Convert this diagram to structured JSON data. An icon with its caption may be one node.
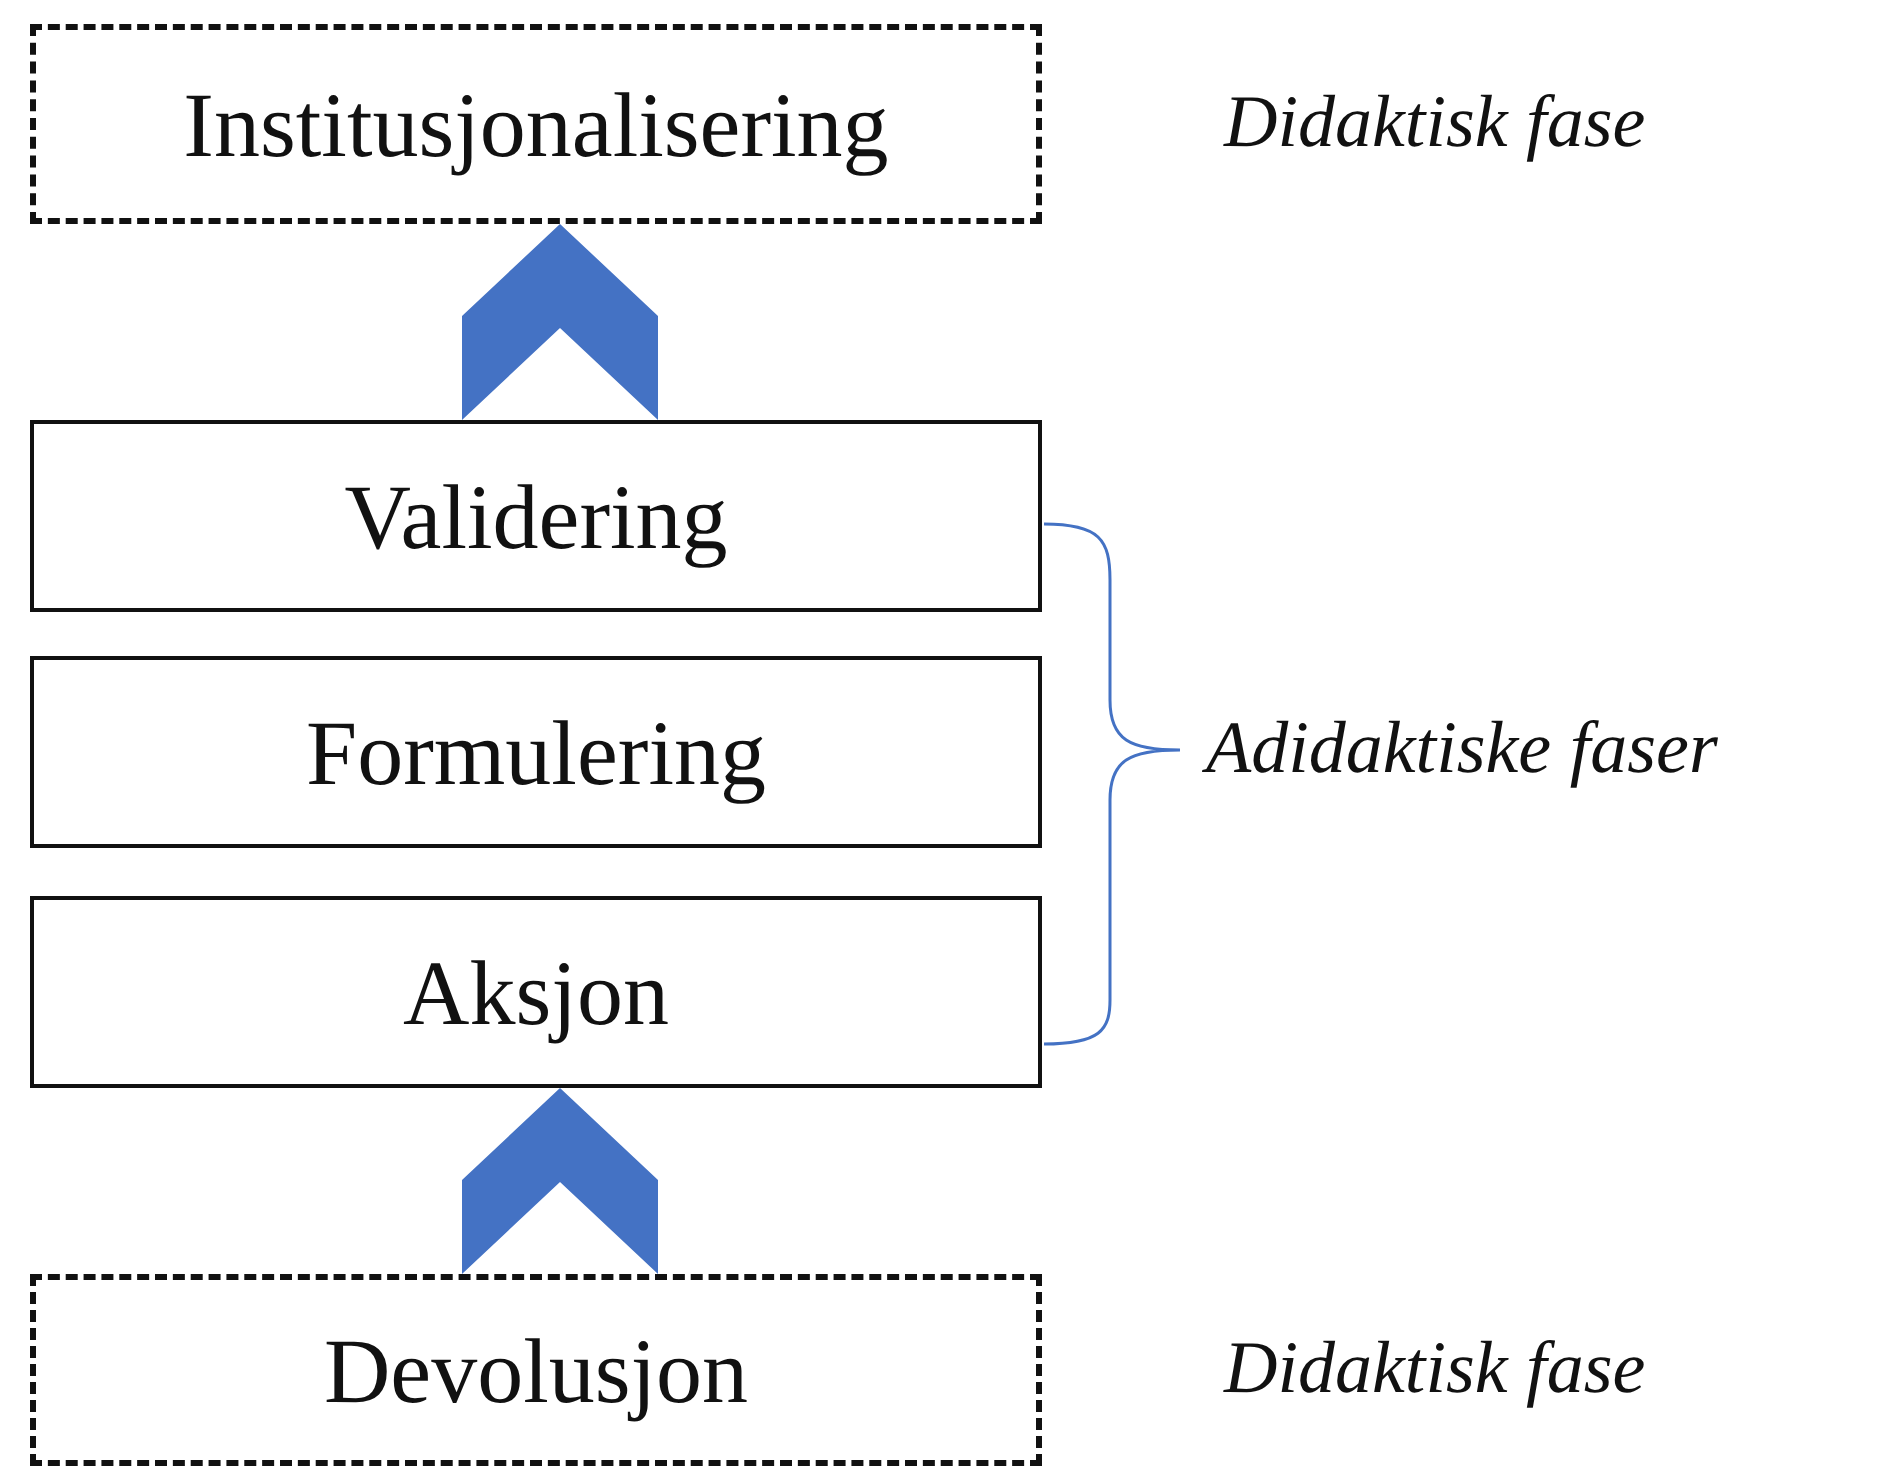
{
  "diagram": {
    "nodes": [
      {
        "text": [
          "Institusjonalisering"
        ],
        "beside": [
          "Didaktisk fase"
        ]
      },
      {
        "text": [
          "Validering"
        ]
      },
      {
        "text": [
          "Formulering"
        ]
      },
      {
        "text": [
          "Aksjon"
        ]
      },
      {
        "text": [
          "Devolusjon"
        ],
        "beside": [
          "Didaktisk fase"
        ]
      }
    ],
    "edges": [
      {
        "from": 4,
        "to": 3,
        "arrow": "to"
      },
      {
        "from": 1,
        "to": 0,
        "arrow": "to"
      }
    ],
    "labels": [
      "Adidaktiske faser"
    ]
  }
}
